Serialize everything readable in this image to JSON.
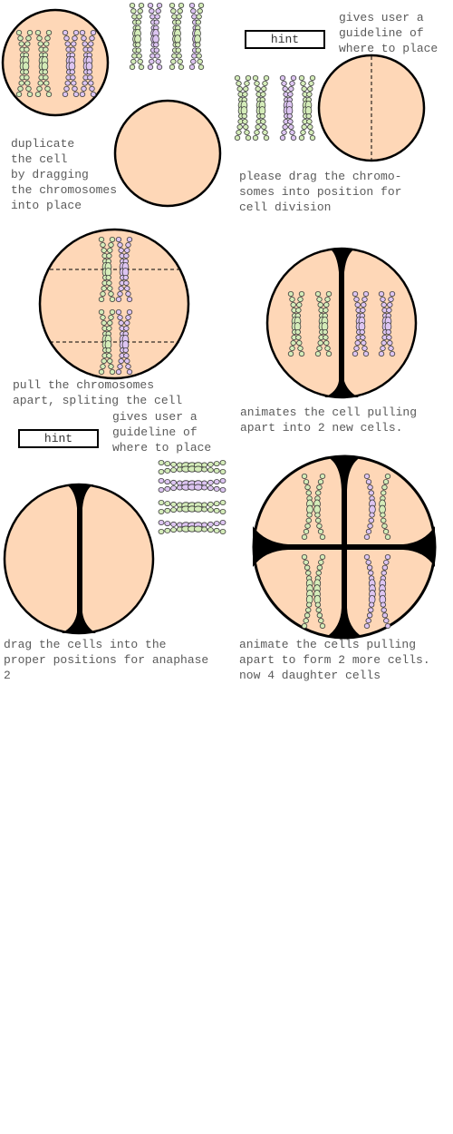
{
  "colors": {
    "cell_fill": "#fed7b7",
    "cell_outline": "#000000",
    "chromosome_green": "#d4ecb9",
    "chromosome_purple": "#ddc5f2",
    "chromosome_outline": "#3a3a3a",
    "text": "#5a5a5a"
  },
  "hint": {
    "label": "hint"
  },
  "steps": {
    "duplicate": {
      "instruction": "duplicate\nthe cell\nby dragging\nthe chromosomes\ninto place"
    },
    "position": {
      "hint_note": "gives user a\nguideline of\nwhere to place",
      "instruction": "please drag the chromo-\nsomes into position for\ncell division"
    },
    "pull_apart": {
      "instruction": "pull the chromosomes\napart, spliting the cell"
    },
    "animate_split": {
      "instruction": "animates the cell pulling\napart into 2 new cells."
    },
    "anaphase2": {
      "hint_note": "gives user a\nguideline of\nwhere to place",
      "instruction": "drag the cells into the\nproper positions for anaphase\n2"
    },
    "animate_four": {
      "instruction": "animate the cells pulling\napart to form 2 more cells.\nnow 4 daughter cells"
    }
  }
}
